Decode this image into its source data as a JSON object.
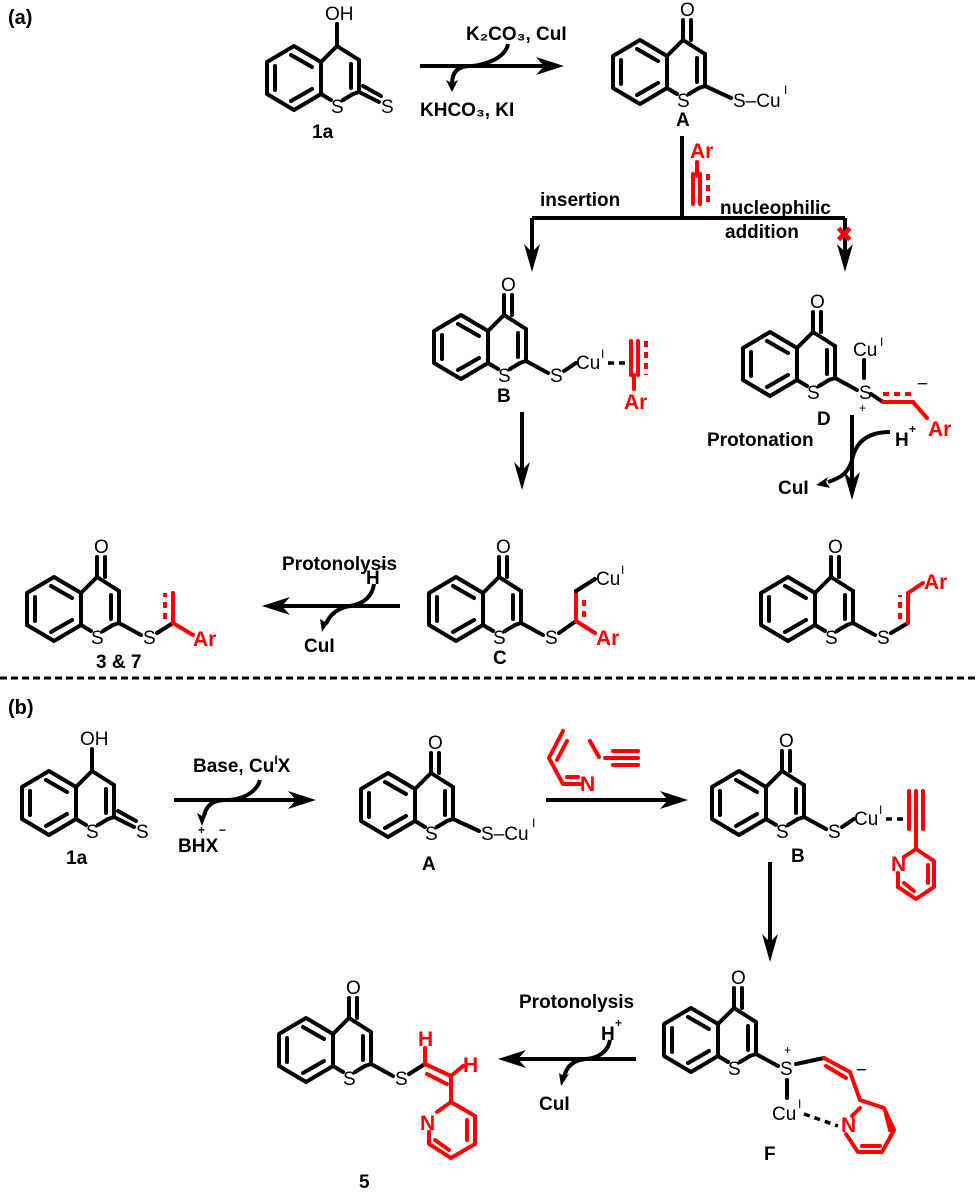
{
  "figure": {
    "panels": [
      {
        "label": "(a)",
        "compounds": {
          "start": {
            "id": "1a",
            "substituent_top": "OH",
            "ring_S": "S",
            "exo_S": "S"
          },
          "A": {
            "id": "A",
            "carbonyl": "O",
            "ring_S": "S",
            "side": "S–Cu",
            "ox": "I"
          },
          "B": {
            "id": "B",
            "carbonyl": "O",
            "ring_S": "S",
            "link_S": "S",
            "metal": "Cu",
            "ox": "I",
            "aryl": "Ar"
          },
          "C": {
            "id": "C",
            "carbonyl": "O",
            "ring_S": "S",
            "link_S": "S",
            "metal": "Cu",
            "ox": "I",
            "aryl": "Ar"
          },
          "D": {
            "id": "D",
            "carbonyl": "O",
            "ring_S": "S",
            "link_S": "S",
            "metal": "Cu",
            "ox": "I",
            "charge_pos": "+",
            "charge_neg": "−",
            "aryl": "Ar"
          },
          "product_left": {
            "id": "3 & 7",
            "carbonyl": "O",
            "ring_S": "S",
            "link_S": "S",
            "aryl": "Ar"
          },
          "product_right": {
            "carbonyl": "O",
            "ring_S": "S",
            "link_S": "S",
            "aryl": "Ar"
          }
        },
        "reagents": {
          "step1_top": "K₂CO₃, CuI",
          "step1_bottom": "KHCO₃, KI",
          "alkyne_aryl": "Ar",
          "branch_left": "insertion",
          "branch_right_1": "nucleophilic",
          "branch_right_2": "addition",
          "blocked_marker": "✖",
          "protonation": "Protonation",
          "proton": "H",
          "proton_charge": "+",
          "released": "CuI",
          "protonolysis": "Protonolysis",
          "protonolysis_H": "H",
          "protonolysis_charge": "+",
          "protonolysis_released": "CuI"
        }
      },
      {
        "label": "(b)",
        "compounds": {
          "start": {
            "id": "1a",
            "substituent_top": "OH",
            "ring_S": "S",
            "exo_S": "S"
          },
          "A": {
            "id": "A",
            "carbonyl": "O",
            "ring_S": "S",
            "side": "S–Cu",
            "ox": "I"
          },
          "B": {
            "id": "B",
            "carbonyl": "O",
            "ring_S": "S",
            "link_S": "S",
            "metal": "Cu",
            "ox": "I",
            "N": "N"
          },
          "F": {
            "id": "F",
            "carbonyl": "O",
            "ring_S": "S",
            "link_S": "S",
            "metal": "Cu",
            "ox": "I",
            "charge_pos": "+",
            "charge_neg": "−",
            "N": "N"
          },
          "product": {
            "id": "5",
            "carbonyl": "O",
            "ring_S": "S",
            "link_S": "S",
            "H1": "H",
            "H2": "H",
            "N": "N"
          }
        },
        "reagents": {
          "step1_top_a": "Base, Cu",
          "step1_top_ox": "I",
          "step1_top_b": "X",
          "step1_bottom": "BHX",
          "step1_bottom_plus": "+",
          "step1_bottom_minus": "−",
          "alkyne_N": "N",
          "protonolysis": "Protonolysis",
          "proton": "H",
          "proton_charge": "+",
          "released": "CuI"
        }
      }
    ],
    "colors": {
      "highlight": "#ff0000",
      "ink": "#000000"
    }
  }
}
